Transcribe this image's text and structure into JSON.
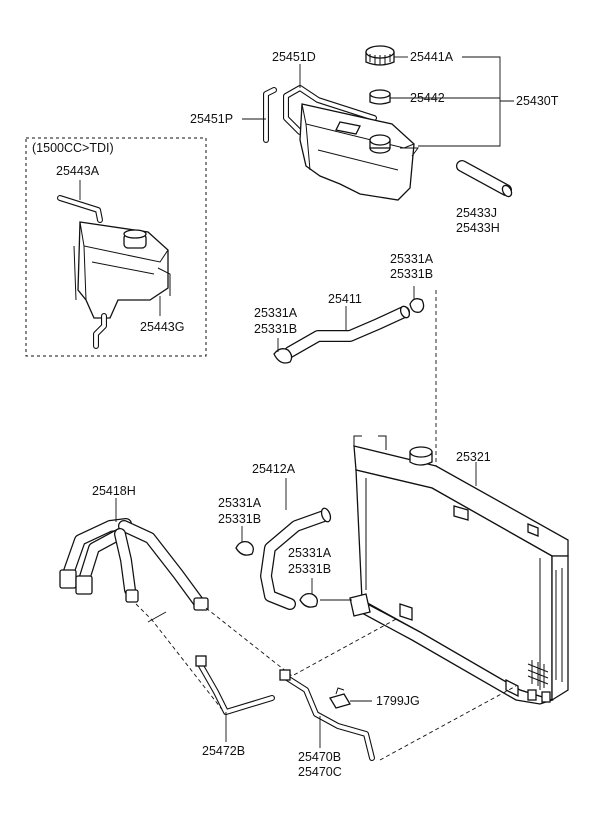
{
  "variant_note": "(1500CC>TDI)",
  "labels": {
    "p25451D": "25451D",
    "p25441A": "25441A",
    "p25442": "25442",
    "p25430T": "25430T",
    "p25451P": "25451P",
    "p25433J": "25433J",
    "p25433H": "25433H",
    "p25443A": "25443A",
    "p25443G": "25443G",
    "p25331A_1": "25331A",
    "p25331B_1": "25331B",
    "p25331A_2": "25331A",
    "p25331B_2": "25331B",
    "p25411": "25411",
    "p25321": "25321",
    "p25412A": "25412A",
    "p25418H": "25418H",
    "p25331A_3": "25331A",
    "p25331B_3": "25331B",
    "p25331A_4": "25331A",
    "p25331B_4": "25331B",
    "p1799JG": "1799JG",
    "p25472B": "25472B",
    "p25470B": "25470B",
    "p25470C": "25470C"
  }
}
